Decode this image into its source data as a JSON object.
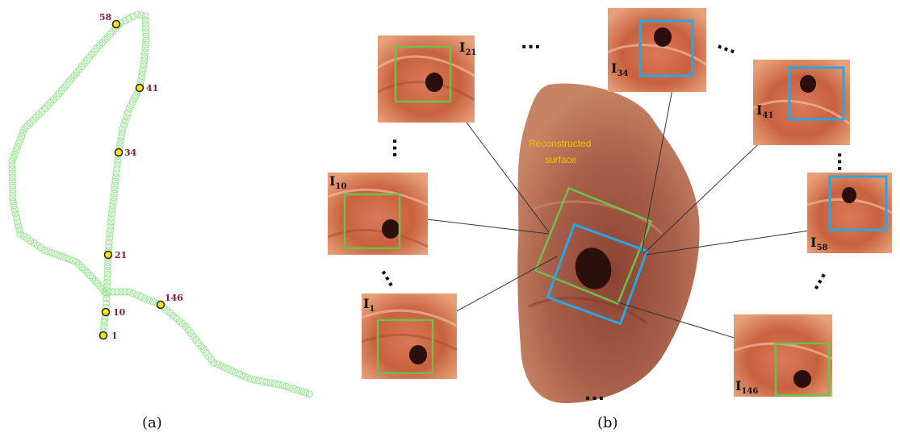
{
  "panel_a": {
    "caption": "(a)",
    "keyframes": [
      "58",
      "41",
      "34",
      "21",
      "146",
      "10",
      "1"
    ]
  },
  "panel_b": {
    "caption": "(b)",
    "surface_label_line1": "Reconstructed",
    "surface_label_line2": "surface",
    "frames": [
      {
        "letter": "I",
        "index": "21"
      },
      {
        "letter": "I",
        "index": "34"
      },
      {
        "letter": "I",
        "index": "41"
      },
      {
        "letter": "I",
        "index": "10"
      },
      {
        "letter": "I",
        "index": "58"
      },
      {
        "letter": "I",
        "index": "1"
      },
      {
        "letter": "I",
        "index": "146"
      }
    ],
    "ellipsis": "..."
  },
  "colors": {
    "trajectory": "#9fe89a",
    "keyframe_fill": "#f5e21a",
    "green_box": "#6fbf4a",
    "blue_box": "#2aa7e0",
    "surface": "#a65a44"
  }
}
